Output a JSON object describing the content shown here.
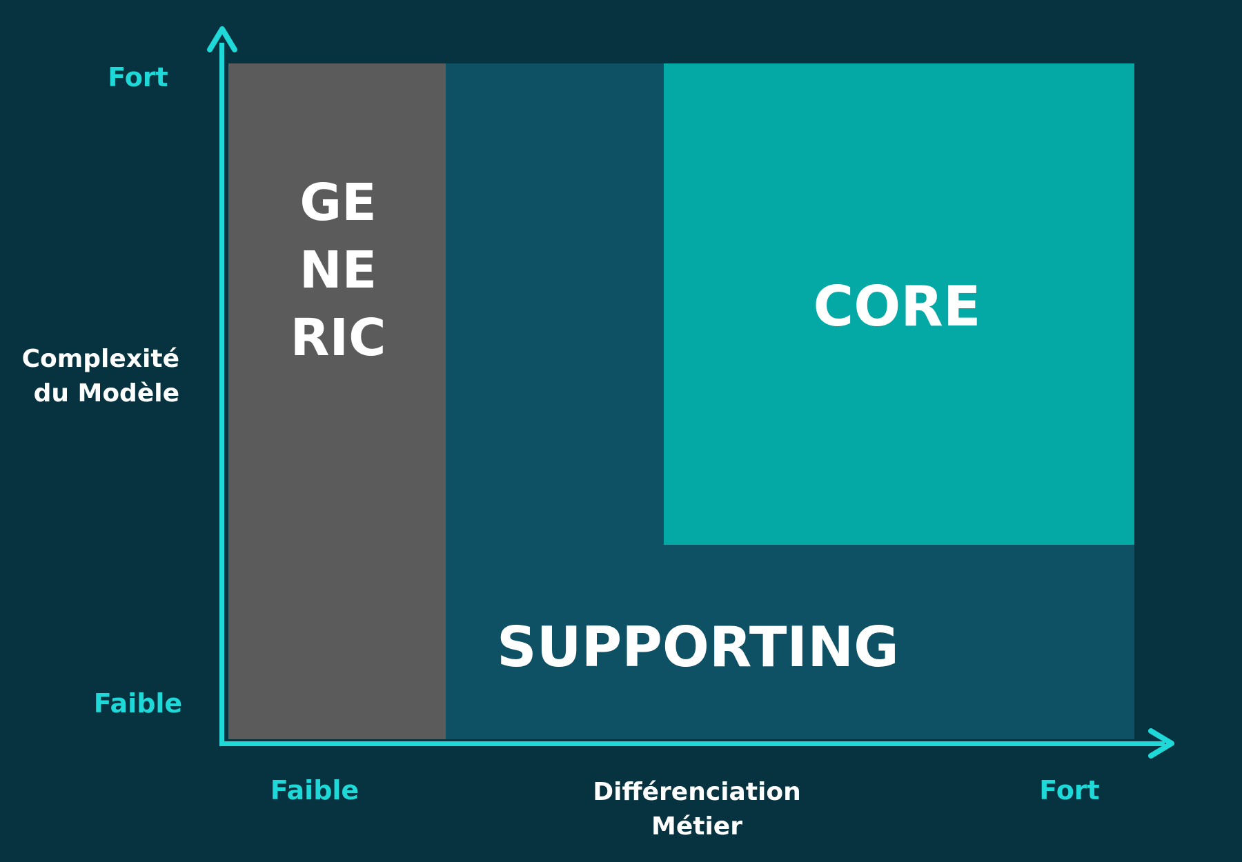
{
  "axes": {
    "y": {
      "title": "Complexité du Modèle",
      "high": "Fort",
      "low": "Faible"
    },
    "x": {
      "title": "Différenciation Métier",
      "high": "Fort",
      "low": "Faible"
    }
  },
  "regions": {
    "generic": "GENERIC",
    "supporting": "SUPPORTING",
    "core": "CORE"
  },
  "colors": {
    "background": "#06333f",
    "generic": "#5b5b5b",
    "supporting": "#0e5064",
    "core": "#04a8a4",
    "axis": "#1fd9d9",
    "text": "#ffffff"
  }
}
